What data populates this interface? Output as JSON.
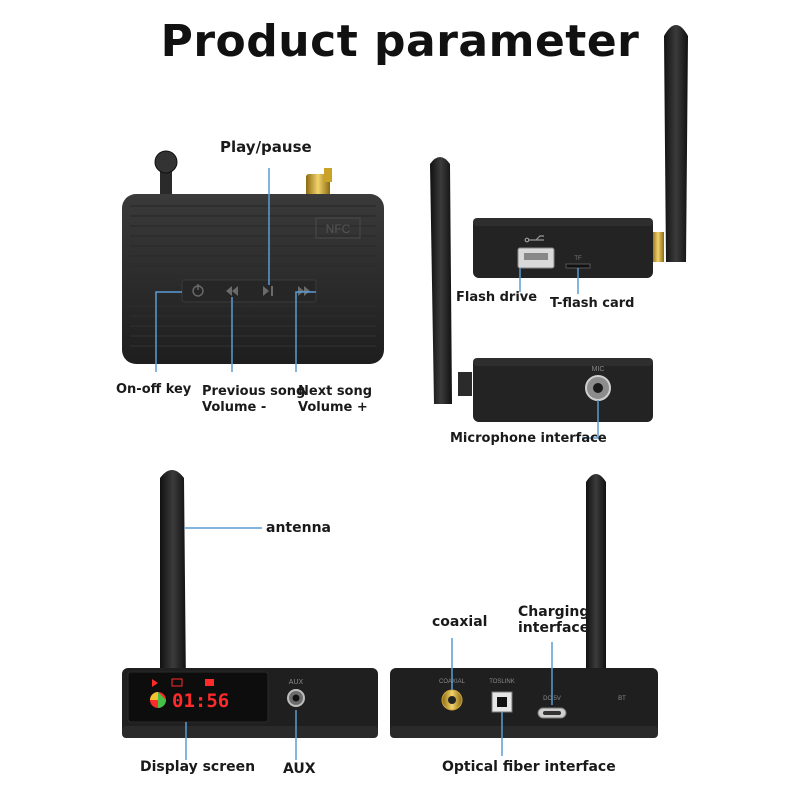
{
  "title": "Product parameter",
  "labels": {
    "play_pause": "Play/pause",
    "on_off_key": "On-off key",
    "previous_song": "Previous song",
    "volume_minus": "Volume -",
    "next_song": "Next song",
    "volume_plus": "Volume +",
    "flash_drive": "Flash drive",
    "t_flash_card": "T-flash card",
    "microphone_interface": "Microphone interface",
    "antenna": "antenna",
    "display_screen": "Display screen",
    "aux": "AUX",
    "coaxial": "coaxial",
    "charging_interface": "Charging interface",
    "optical_fiber_interface": "Optical fiber interface"
  },
  "device_markings": {
    "nfc": "NFC",
    "tf": "TF",
    "mic": "MIC",
    "aux_port": "AUX",
    "coaxial_port": "COAXIAL",
    "toslink": "TOSLINK",
    "dc_5v": "DC 5V",
    "bt": "BT",
    "display_time": "01:56"
  },
  "colors": {
    "callout_line": "#5b9bd5",
    "device_body": "#232323",
    "display_red": "#ff2a2a",
    "gold_connector": "#d4a017"
  },
  "icons": [
    "power-icon",
    "previous-icon",
    "play-pause-icon",
    "next-icon",
    "usb-icon",
    "bluetooth-icon"
  ]
}
